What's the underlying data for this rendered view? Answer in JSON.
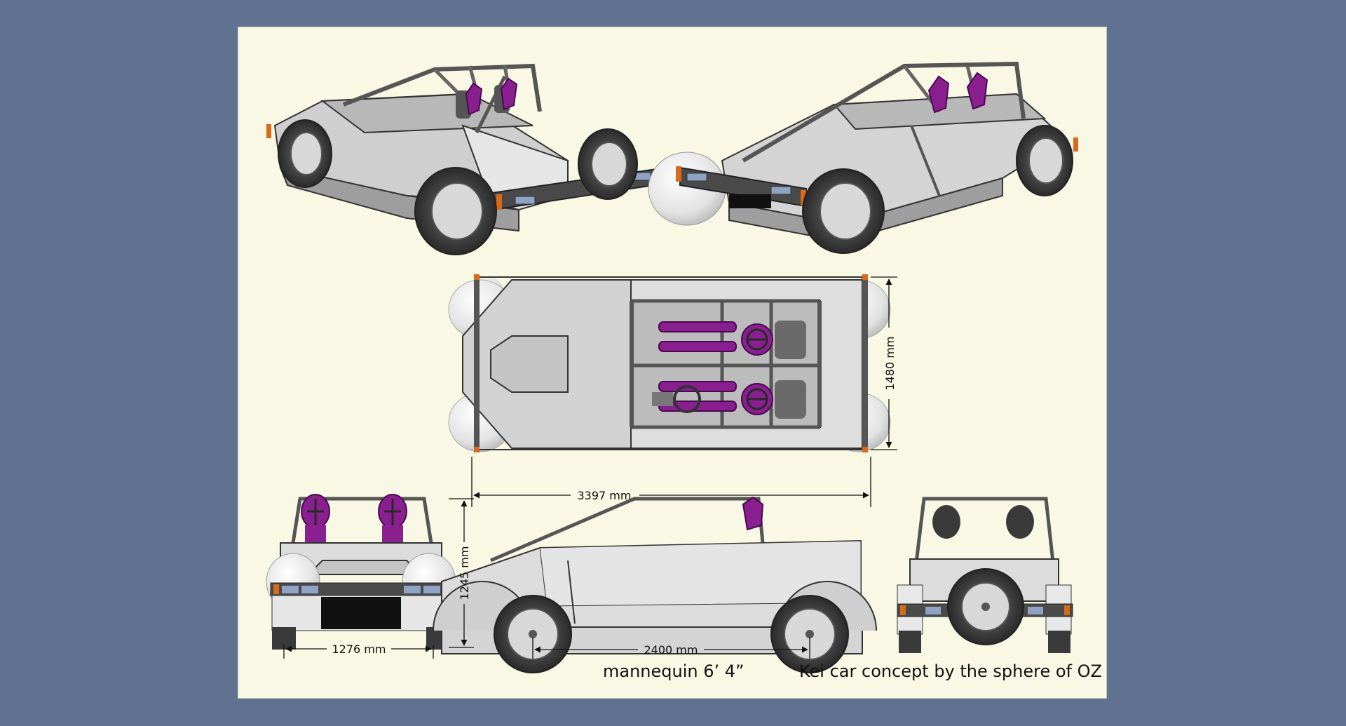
{
  "dimensions": {
    "length": "3397 mm",
    "width": "1480 mm",
    "height": "1245 mm",
    "track": "1276 mm",
    "wheelbase": "2400 mm"
  },
  "captions": {
    "mannequin": "mannequin 6’ 4”",
    "credit": "Kei car concept by the sphere of OZ"
  },
  "colors": {
    "page_background": "#5f7390",
    "sheet": "#f8f8e4",
    "body": "#d9d9d9",
    "mannequin": "#8a1f8f",
    "indicator": "#d86a1a"
  }
}
